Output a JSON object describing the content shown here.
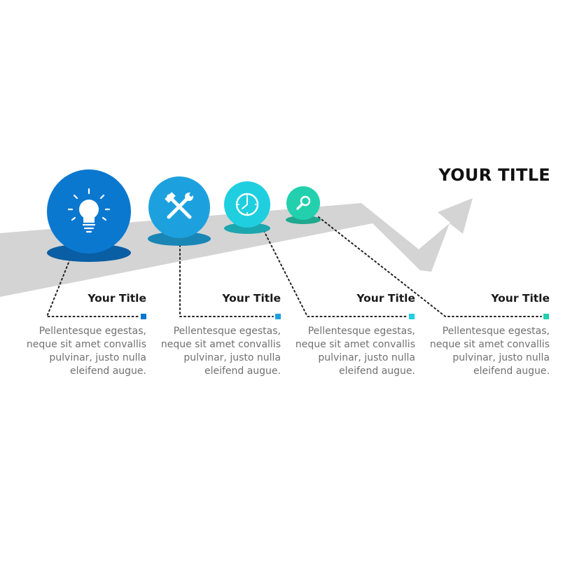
{
  "main_title": "YOUR TITLE",
  "steps": [
    {
      "icon": "lightbulb-icon",
      "color": "#0B78D0",
      "shadow": "#0A5EA3",
      "title": "Your Title",
      "body": "Pellentesque egestas, neque sit amet convallis pulvinar, justo nulla eleifend augue."
    },
    {
      "icon": "tools-icon",
      "color": "#1DA1DE",
      "shadow": "#1A86B5",
      "title": "Your Title",
      "body": "Pellentesque egestas, neque sit amet convallis pulvinar, justo nulla eleifend augue."
    },
    {
      "icon": "clock-icon",
      "color": "#1FCFDF",
      "shadow": "#1CA6AE",
      "title": "Your Title",
      "body": "Pellentesque egestas, neque sit amet convallis pulvinar, justo nulla eleifend augue."
    },
    {
      "icon": "search-icon",
      "color": "#22D0AE",
      "shadow": "#1FA88D",
      "title": "Your Title",
      "body": "Pellentesque egestas, neque sit amet convallis pulvinar, justo nulla eleifend augue."
    }
  ],
  "colors": {
    "path": "#D4D4D4",
    "dots": "#222222",
    "icon": "#ffffff"
  }
}
